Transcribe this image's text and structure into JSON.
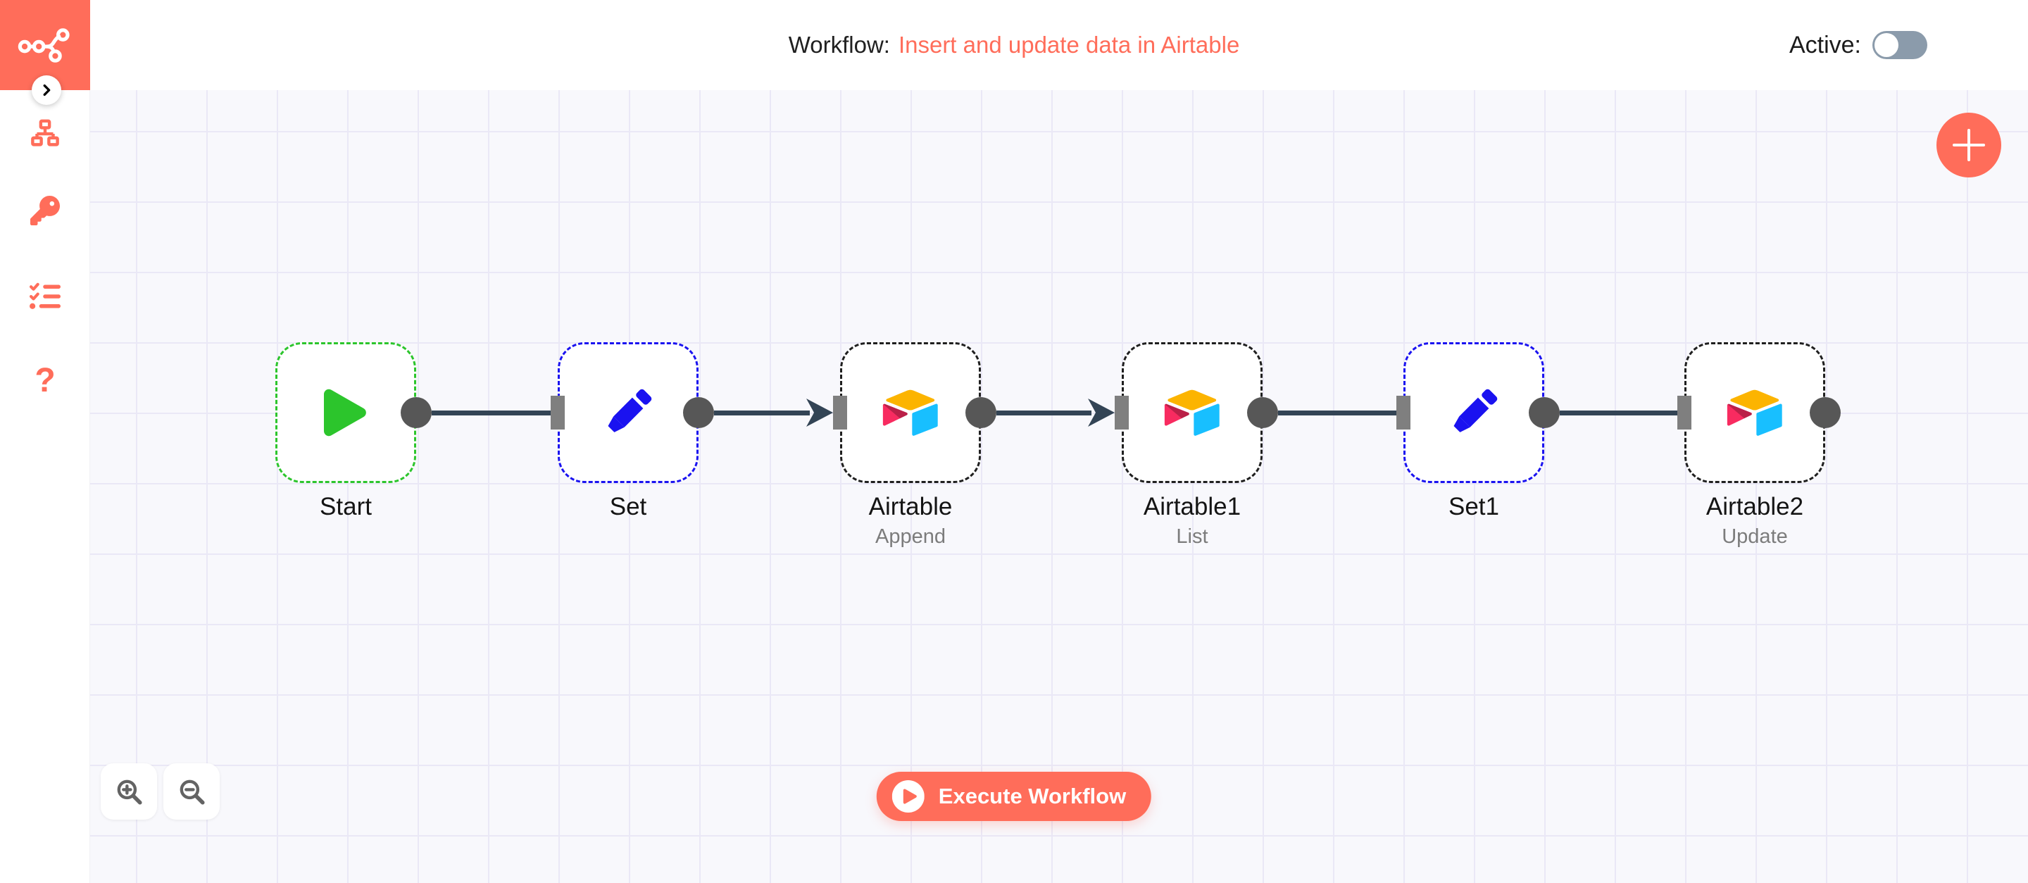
{
  "header": {
    "title_prefix": "Workflow:",
    "title_name": "Insert and update data in Airtable",
    "active_label": "Active:",
    "active_state": "off"
  },
  "sidebar": {
    "items": [
      {
        "icon": "workflows-icon"
      },
      {
        "icon": "credentials-icon"
      },
      {
        "icon": "executions-icon"
      },
      {
        "icon": "help-icon"
      }
    ],
    "help_glyph": "?"
  },
  "canvas": {
    "nodes": [
      {
        "name": "Start",
        "type": "start-trigger",
        "icon": "play-icon"
      },
      {
        "name": "Set",
        "type": "set",
        "icon": "pencil-icon"
      },
      {
        "name": "Airtable",
        "subtitle": "Append",
        "type": "airtable",
        "icon": "airtable-icon"
      },
      {
        "name": "Airtable1",
        "subtitle": "List",
        "type": "airtable",
        "icon": "airtable-icon"
      },
      {
        "name": "Set1",
        "type": "set",
        "icon": "pencil-icon"
      },
      {
        "name": "Airtable2",
        "subtitle": "Update",
        "type": "airtable",
        "icon": "airtable-icon"
      }
    ],
    "connections": [
      {
        "from": "Start",
        "to": "Set",
        "arrow": false
      },
      {
        "from": "Set",
        "to": "Airtable",
        "arrow": true
      },
      {
        "from": "Airtable",
        "to": "Airtable1",
        "arrow": true
      },
      {
        "from": "Airtable1",
        "to": "Set1",
        "arrow": false
      },
      {
        "from": "Set1",
        "to": "Airtable2",
        "arrow": false
      }
    ]
  },
  "controls": {
    "execute_label": "Execute Workflow",
    "add_icon": "plus",
    "zoom_in_icon": "magnifier-plus",
    "zoom_out_icon": "magnifier-minus"
  },
  "colors": {
    "accent": "#FF6D5A",
    "canvas_bg": "#F8F8FC",
    "grid_line": "#EAE8F6",
    "start_green": "#2CC52C",
    "set_blue": "#1A12F0",
    "node_border_dark": "#1F1F1F",
    "connection_line": "#334455",
    "endpoint_dot": "#575757",
    "endpoint_rect": "#7F7F7F",
    "airtable_yellow": "#FCB400",
    "airtable_blue": "#18BFFF",
    "airtable_pink": "#F82B60",
    "toggle_track": "#8B9BAB",
    "icon_gray": "#636363"
  }
}
